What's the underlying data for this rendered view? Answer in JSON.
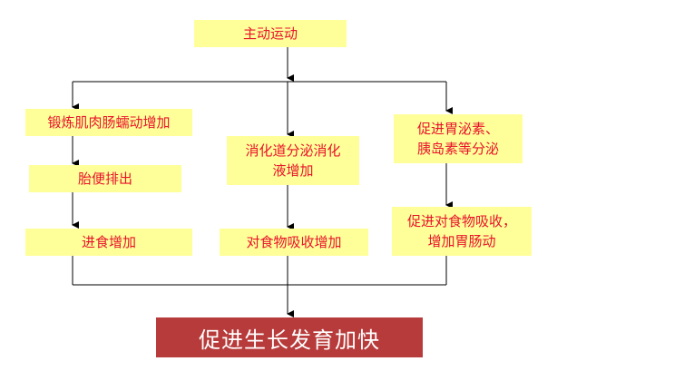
{
  "top": {
    "label": "主动运动"
  },
  "left_column": {
    "step1": "锻炼肌肉肠蠕动增加",
    "step2": "胎便排出",
    "step3": "进食增加"
  },
  "middle_column": {
    "step1": "消化道分泌消化\n液增加",
    "step2": "对食物吸收增加"
  },
  "right_column": {
    "step1": "促进胃泌素、\n胰岛素等分泌",
    "step2": "促进对食物吸收，\n增加胃肠动"
  },
  "result": {
    "label": "促进生长发育加快"
  },
  "colors": {
    "box_fill": "#ffff99",
    "box_text": "#e8122a",
    "result_fill": "#b83b3b",
    "result_text": "#ffffff",
    "line": "#000000"
  }
}
